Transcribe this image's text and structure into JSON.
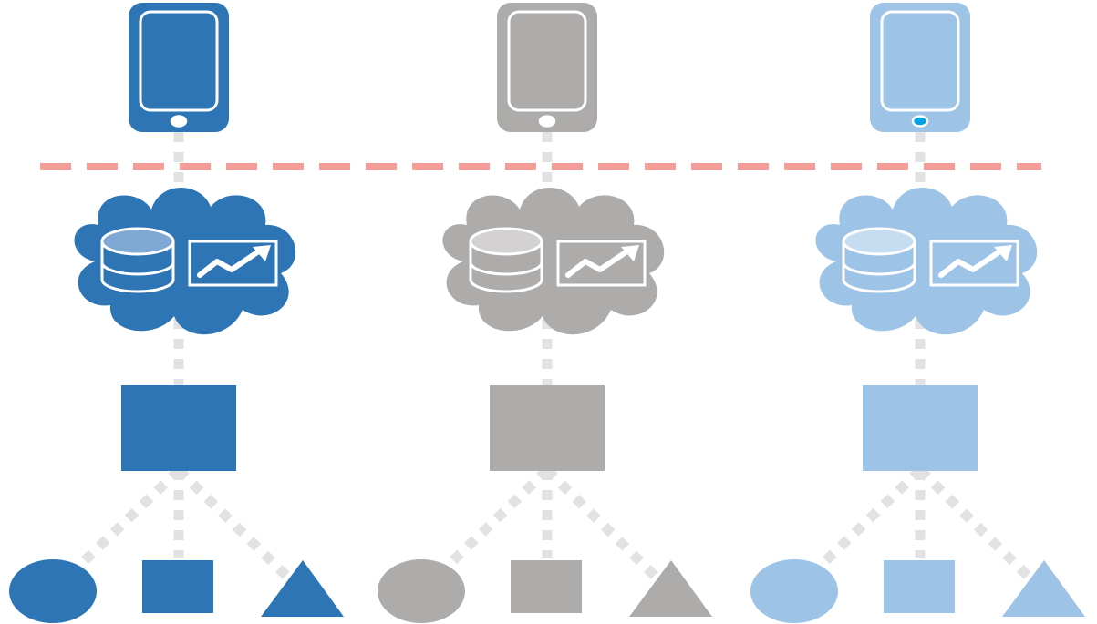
{
  "colors": {
    "background": "#ffffff",
    "connector": "#e2e2e2",
    "divider": "#f49c98",
    "icon_detail": "#ffffff"
  },
  "columns": [
    {
      "id": "blue",
      "fill": "#2e75b6",
      "db_top": "#7fa9d4",
      "button": "#ffffff",
      "device": "mobile-device",
      "cloud": "cloud-database-analytics",
      "hub": "square-node",
      "children": [
        "ellipse",
        "square",
        "triangle"
      ]
    },
    {
      "id": "gray",
      "fill": "#aeabab",
      "db_top": "#d3d1d1",
      "button": "#ffffff",
      "device": "mobile-device",
      "cloud": "cloud-database-analytics",
      "hub": "square-node",
      "children": [
        "ellipse",
        "square",
        "triangle"
      ]
    },
    {
      "id": "light-blue",
      "fill": "#9dc3e6",
      "db_top": "#c6dcf1",
      "button": "#00a3e0",
      "device": "mobile-device",
      "cloud": "cloud-database-analytics",
      "hub": "square-node",
      "children": [
        "ellipse",
        "square",
        "triangle"
      ]
    }
  ],
  "icons": {
    "device": "tablet-icon",
    "database": "database-cylinder-icon",
    "analytics": "trend-chart-icon",
    "cloud": "cloud-icon"
  }
}
